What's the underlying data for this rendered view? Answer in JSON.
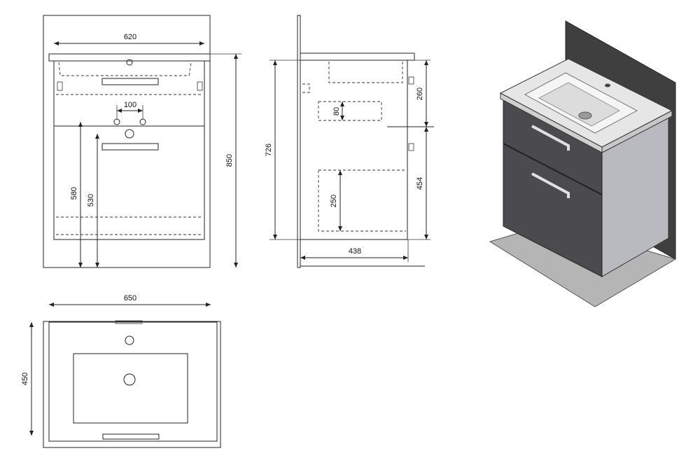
{
  "front_view": {
    "width_label": "620",
    "hole_spacing_label": "100",
    "height_total_label": "850",
    "height_580_label": "580",
    "height_530_label": "530"
  },
  "side_view": {
    "depth_label": "438",
    "height_726_label": "726",
    "drawer_gap_label": "80",
    "upper_label": "260",
    "lower_label": "454",
    "inner_label": "250"
  },
  "top_view": {
    "width_label": "650",
    "depth_label": "450"
  },
  "colors": {
    "cabinet_front": "#4a4a4f",
    "cabinet_side": "#b9b9c0",
    "countertop": "#e6e6e6",
    "wall_panel": "#3f3f3f",
    "floor_panel": "#b5b5b5"
  }
}
